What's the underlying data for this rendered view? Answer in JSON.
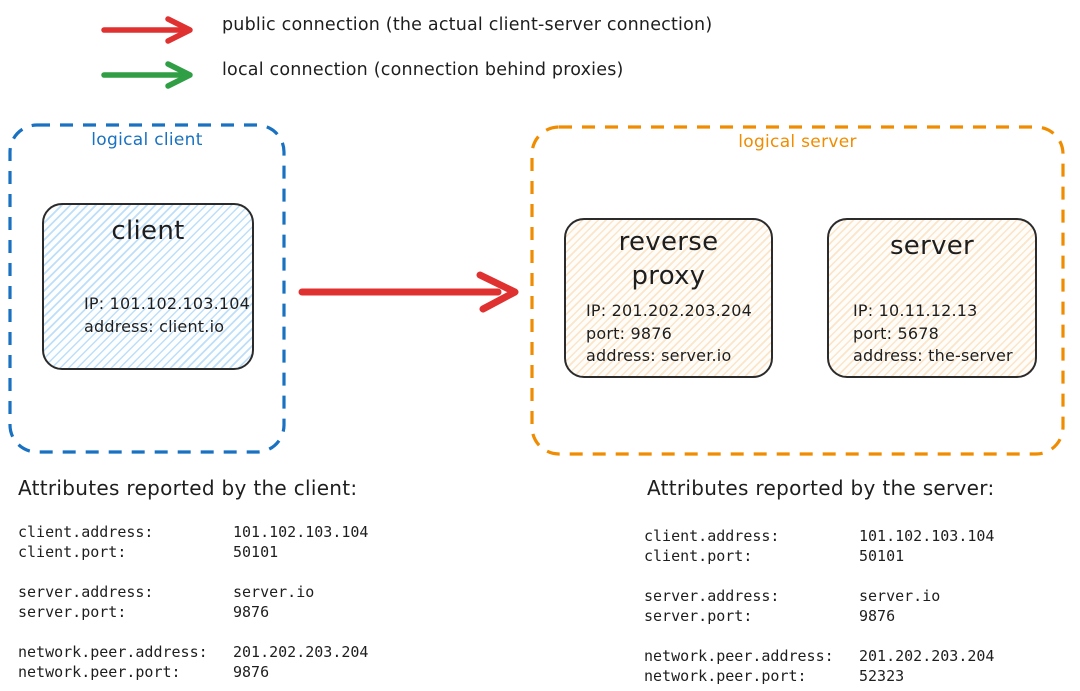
{
  "colors": {
    "public_connection": "#e03131",
    "local_connection": "#2f9e44",
    "logical_client": "#1971c2",
    "logical_server": "#f08c00",
    "ink": "#1e1e1e"
  },
  "legend": {
    "items": [
      {
        "label": "public connection (the actual client-server connection)",
        "color": "#e03131"
      },
      {
        "label": "local connection (connection behind proxies)",
        "color": "#2f9e44"
      }
    ]
  },
  "diagram": {
    "logical_client": {
      "label": "logical client",
      "client_node": {
        "title": "client",
        "lines": [
          "IP: 101.102.103.104",
          "address: client.io"
        ]
      }
    },
    "logical_server": {
      "label": "logical server",
      "reverse_proxy_node": {
        "title": "reverse proxy",
        "lines": [
          "IP: 201.202.203.204",
          "port: 9876",
          "address: server.io"
        ]
      },
      "server_node": {
        "title": "server",
        "lines": [
          "IP: 10.11.12.13",
          "port: 5678",
          "address: the-server"
        ]
      }
    }
  },
  "attributes_client": {
    "title": "Attributes reported by the client:",
    "groups": [
      [
        {
          "key": "client.address:",
          "value": "101.102.103.104"
        },
        {
          "key": "client.port:",
          "value": "50101"
        }
      ],
      [
        {
          "key": "server.address:",
          "value": "server.io"
        },
        {
          "key": "server.port:",
          "value": "9876"
        }
      ],
      [
        {
          "key": "network.peer.address:",
          "value": "201.202.203.204"
        },
        {
          "key": "network.peer.port:",
          "value": "9876"
        }
      ]
    ]
  },
  "attributes_server": {
    "title": "Attributes reported by the server:",
    "groups": [
      [
        {
          "key": "client.address:",
          "value": "101.102.103.104"
        },
        {
          "key": "client.port:",
          "value": "50101"
        }
      ],
      [
        {
          "key": "server.address:",
          "value": "server.io"
        },
        {
          "key": "server.port:",
          "value": "9876"
        }
      ],
      [
        {
          "key": "network.peer.address:",
          "value": "201.202.203.204"
        },
        {
          "key": "network.peer.port:",
          "value": "52323"
        }
      ]
    ]
  }
}
